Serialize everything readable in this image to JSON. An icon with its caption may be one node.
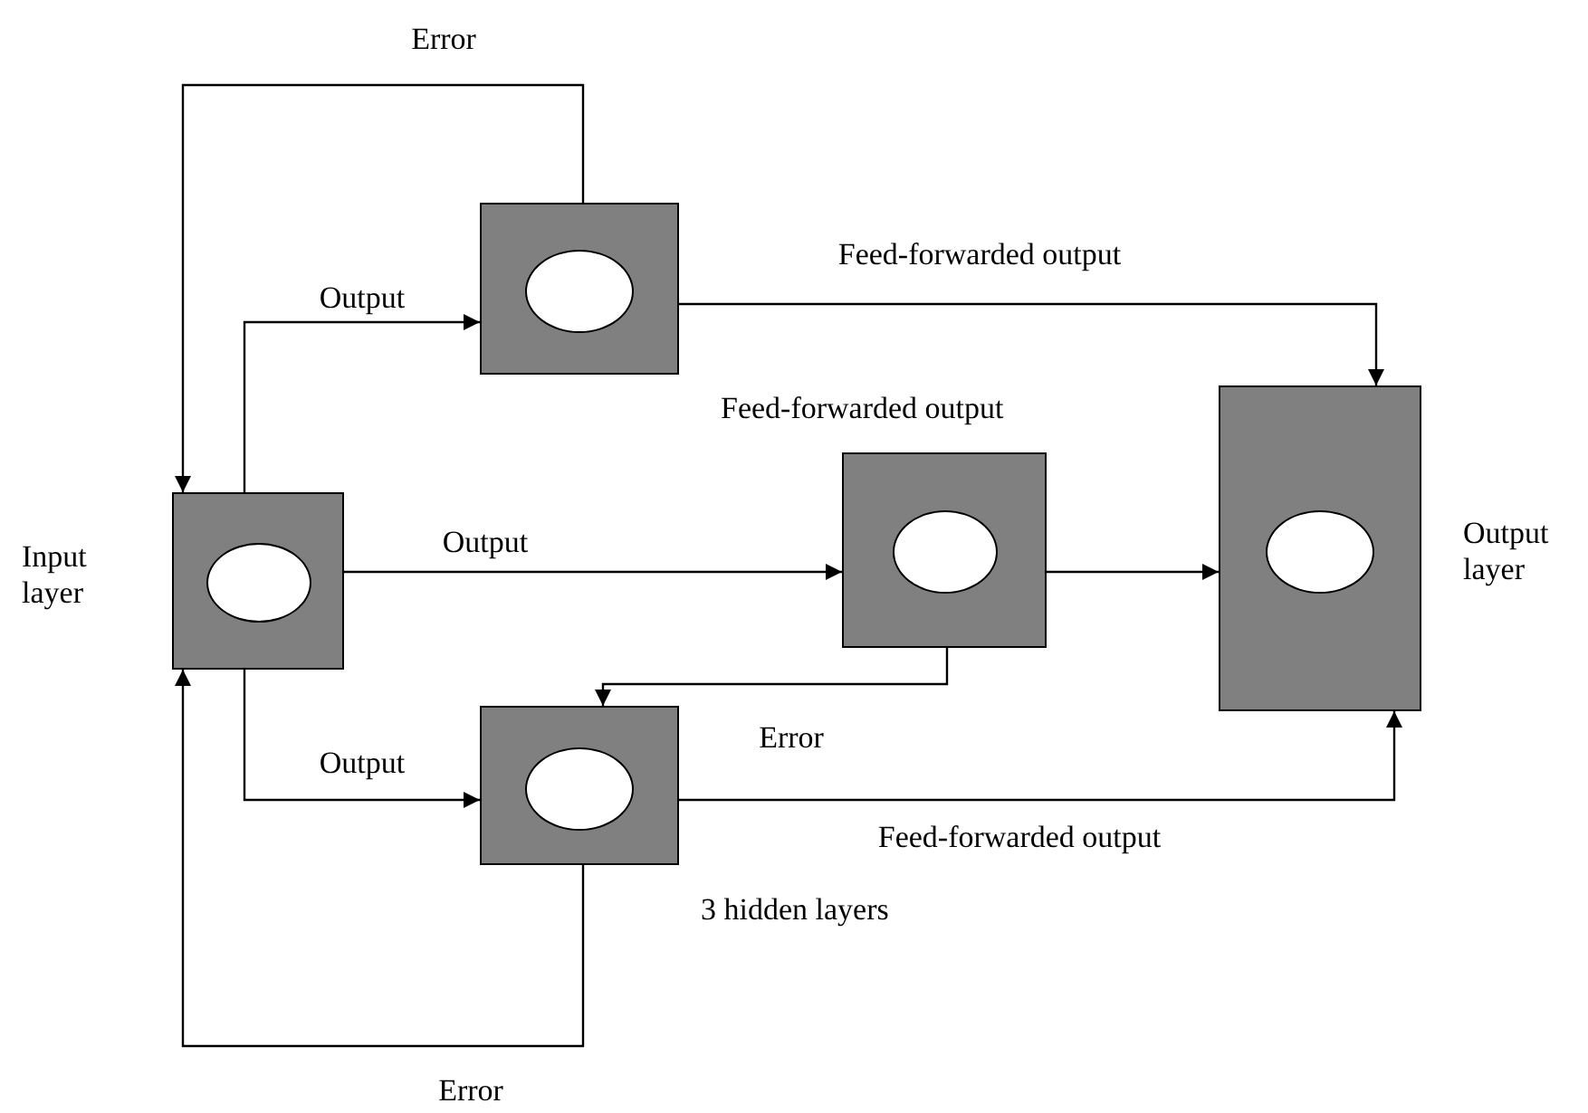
{
  "diagram": {
    "nodes": [
      {
        "text": [],
        "shape": "box"
      },
      {
        "text": [],
        "shape": "circle",
        "in": 0
      },
      {
        "text": [],
        "shape": "box",
        "beside": [
          "Input layer"
        ]
      },
      {
        "text": [],
        "shape": "circle",
        "in": 2
      },
      {
        "text": [],
        "shape": "box",
        "beside": [
          "Feed-forwarded output"
        ]
      },
      {
        "text": [],
        "shape": "circle",
        "in": 4
      },
      {
        "text": [],
        "shape": "box",
        "beside": [
          "Output layer"
        ]
      },
      {
        "text": [],
        "shape": "circle",
        "in": 6
      },
      {
        "text": [],
        "shape": "box"
      },
      {
        "text": [],
        "shape": "circle",
        "in": 8
      }
    ],
    "edges": [
      {
        "from": 2,
        "to": 0,
        "arrow": "to",
        "label": "Output"
      },
      {
        "from": 0,
        "to": 2,
        "arrow": "to",
        "label": "Error"
      },
      {
        "from": 2,
        "to": 4,
        "arrow": "to",
        "label": "Output"
      },
      {
        "from": 2,
        "to": 8,
        "arrow": "to",
        "label": "Output"
      },
      {
        "from": 8,
        "to": 2,
        "arrow": "to",
        "label": "Error"
      },
      {
        "from": 0,
        "to": 6,
        "arrow": "to",
        "label": "Feed-forwarded output"
      },
      {
        "from": 4,
        "to": 6,
        "arrow": "to"
      },
      {
        "from": 4,
        "to": 8,
        "arrow": "to",
        "label": "Error"
      },
      {
        "from": 8,
        "to": 6,
        "arrow": "to",
        "label": "Feed-forwarded output"
      }
    ],
    "labels": [
      "3 hidden layers"
    ]
  }
}
